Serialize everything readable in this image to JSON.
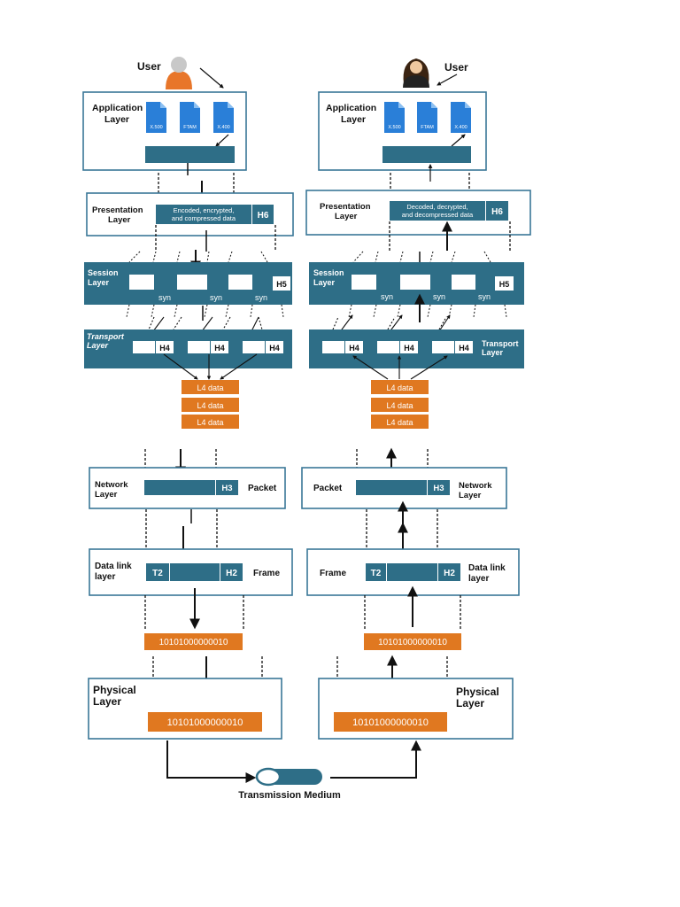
{
  "left": {
    "user": "User",
    "application": {
      "title1": "Application",
      "title2": "Layer",
      "files": [
        "X.500",
        "FTAM",
        "X.400"
      ]
    },
    "presentation": {
      "title1": "Presentation",
      "title2": "Layer",
      "line1": "Encoded, encrypted,",
      "line2": "and compressed data",
      "header": "H6"
    },
    "session": {
      "title1": "Session",
      "title2": "Layer",
      "header": "H5",
      "syn": [
        "syn",
        "syn",
        "syn"
      ]
    },
    "transport": {
      "title1": "Transport",
      "title2": "Layer",
      "headers": [
        "H4",
        "H4",
        "H4"
      ]
    },
    "l4": [
      "L4 data",
      "L4 data",
      "L4 data"
    ],
    "network": {
      "title1": "Network",
      "title2": "Layer",
      "header": "H3",
      "unit": "Packet"
    },
    "datalink": {
      "title1": "Data link",
      "title2": "layer",
      "trailer": "T2",
      "header": "H2",
      "unit": "Frame"
    },
    "bits": "10101000000010",
    "physical": {
      "title1": "Physical",
      "title2": "Layer",
      "bits": "10101000000010"
    }
  },
  "right": {
    "user": "User",
    "application": {
      "title1": "Application",
      "title2": "Layer",
      "files": [
        "X.500",
        "FTAM",
        "X.400"
      ]
    },
    "presentation": {
      "title1": "Presentation",
      "title2": "Layer",
      "line1": "Decoded, decrypted,",
      "line2": "and decompressed data",
      "header": "H6"
    },
    "session": {
      "title1": "Session",
      "title2": "Layer",
      "header": "H5",
      "syn": [
        "syn",
        "syn",
        "syn"
      ]
    },
    "transport": {
      "title1": "Transport",
      "title2": "Layer",
      "headers": [
        "H4",
        "H4",
        "H4"
      ]
    },
    "l4": [
      "L4 data",
      "L4 data",
      "L4 data"
    ],
    "network": {
      "title1": "Network",
      "title2": "Layer",
      "header": "H3",
      "unit": "Packet"
    },
    "datalink": {
      "title1": "Data link",
      "title2": "layer",
      "trailer": "T2",
      "header": "H2",
      "unit": "Frame"
    },
    "bits": "10101000000010",
    "physical": {
      "title1": "Physical",
      "title2": "Layer",
      "bits": "10101000000010"
    }
  },
  "medium": "Transmission Medium",
  "colors": {
    "teal": "#2e6e87",
    "orange": "#e07820",
    "fileBlue": "#2a7fd8",
    "border": "#3a7797",
    "ink": "#111111"
  }
}
